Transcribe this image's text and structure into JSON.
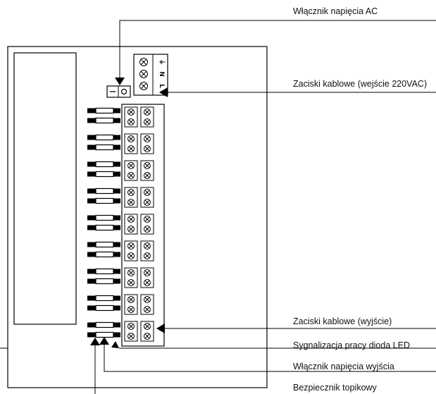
{
  "diagram": {
    "labels": {
      "ac_switch": "Włącznik napięcia AC",
      "input_terminals": "Zaciski kablowe (wejście 220VAC)",
      "output_terminals": "Zaciski kablowe (wyjście)",
      "led": "Sygnalizacja pracy dioda LED",
      "output_switch": "Włącznik napięcia wyjścia",
      "fuse": "Bezpiecznik topikowy"
    },
    "input_poles": [
      "⏚",
      "N",
      "L"
    ],
    "output_channel_count": 9
  }
}
